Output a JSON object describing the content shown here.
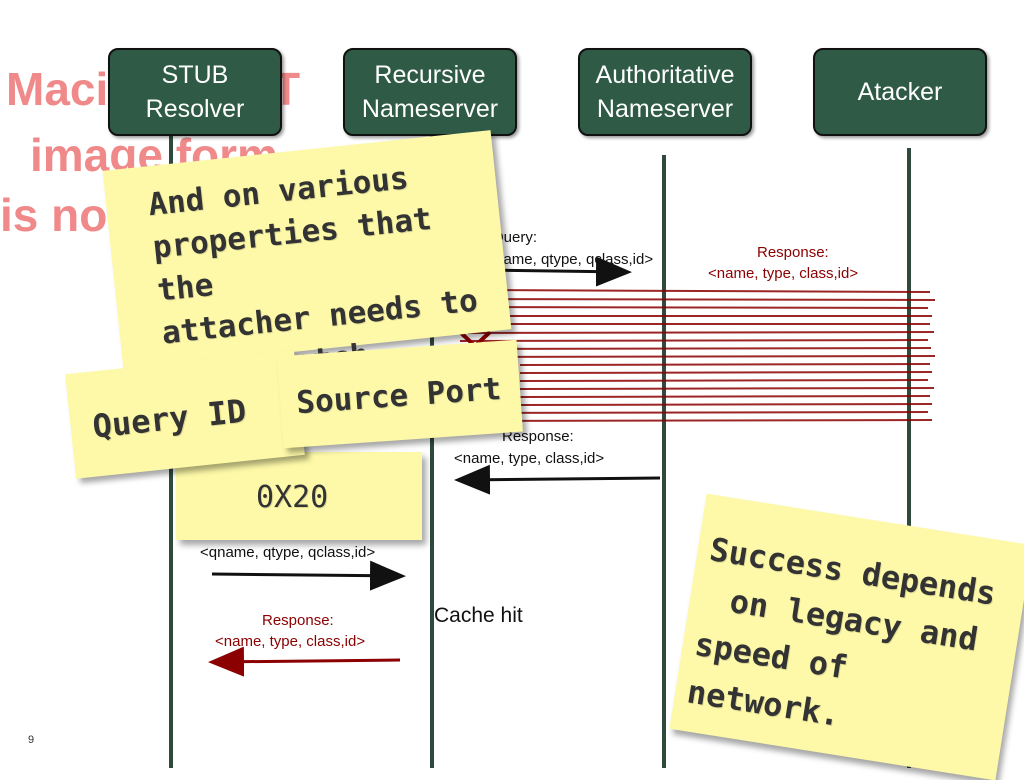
{
  "background_watermark": {
    "lines": [
      "Macin",
      "image form",
      "is not"
    ],
    "tail_char": "T"
  },
  "actors": [
    {
      "id": "stub",
      "label": "STUB\nResolver"
    },
    {
      "id": "recursive",
      "label": "Recursive\nNameserver"
    },
    {
      "id": "authoritative",
      "label": "Authoritative\nNameserver"
    },
    {
      "id": "attacker",
      "label": "Atacker"
    }
  ],
  "messages": {
    "query_to_auth": {
      "title": "Query:",
      "body": "<qname, qtype, qclass,id>"
    },
    "attacker_response": {
      "title": "Response:",
      "body": "<name, type, class,id>"
    },
    "auth_response": {
      "title": "Response:",
      "body": "<name, type, class,id>"
    },
    "stub_query": {
      "body": "<qname, qtype, qclass,id>"
    },
    "cache_hit": "Cache hit",
    "stub_response": {
      "title": "Response:",
      "body": "<name, type, class,id>"
    }
  },
  "notes": {
    "various": [
      "And on various",
      "properties that the",
      "attacher needs to",
      "match"
    ],
    "query_id": "Query ID",
    "source_port": "Source Port",
    "x20": "0X20",
    "success": [
      "Success depends",
      "on legacy and",
      "speed of network."
    ]
  },
  "page_number": "9",
  "colors": {
    "actor_fill": "#2e5a46",
    "lifeline": "#2f4a3c",
    "note_yellow": "#fdf9a8",
    "attack_red": "#8b0000",
    "watermark": "#f08a8a"
  },
  "icons": [
    "arrow-right-icon",
    "arrow-left-icon",
    "x-mark-icon"
  ]
}
